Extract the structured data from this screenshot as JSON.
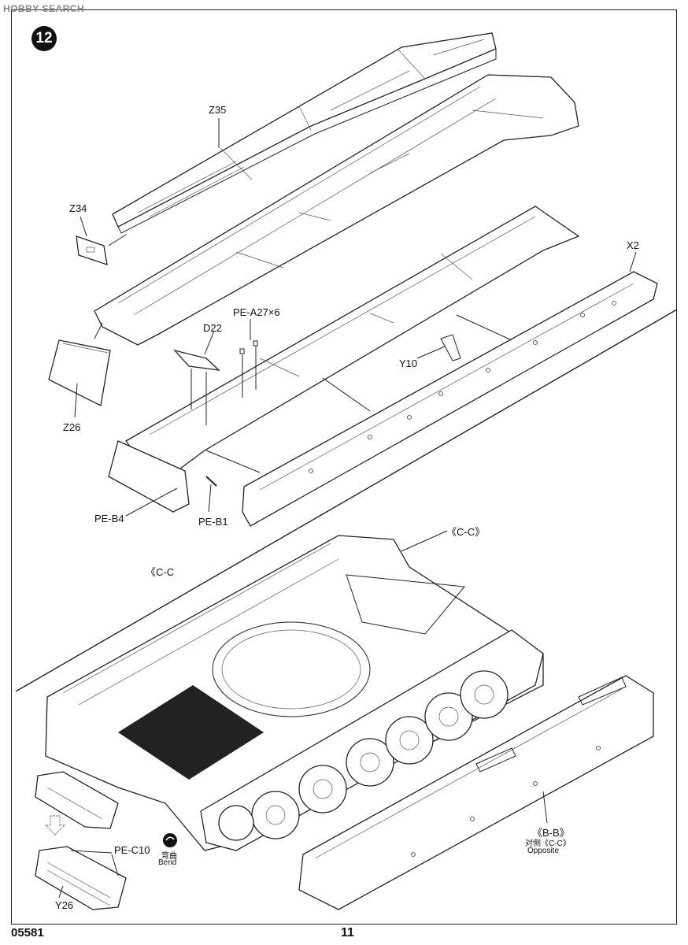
{
  "watermark": "HOBBY SEARCH",
  "step_number": "12",
  "labels": {
    "z35": "Z35",
    "z34": "Z34",
    "x2": "X2",
    "pe_a27": "PE-A27×6",
    "d22": "D22",
    "y10": "Y10",
    "z26": "Z26",
    "pe_b4": "PE-B4",
    "pe_b1": "PE-B1",
    "cc_right": "《C-C》",
    "cc_left": "《C-C",
    "bb": "《B-B》",
    "opposite_cn": "对侧《C-C》",
    "opposite_en": "Opposite",
    "pe_c10": "PE-C10",
    "bend_cn": "弯曲",
    "bend_en": "Bend",
    "y26": "Y26"
  },
  "footer": {
    "kit_number": "05581",
    "page_number": "11"
  }
}
